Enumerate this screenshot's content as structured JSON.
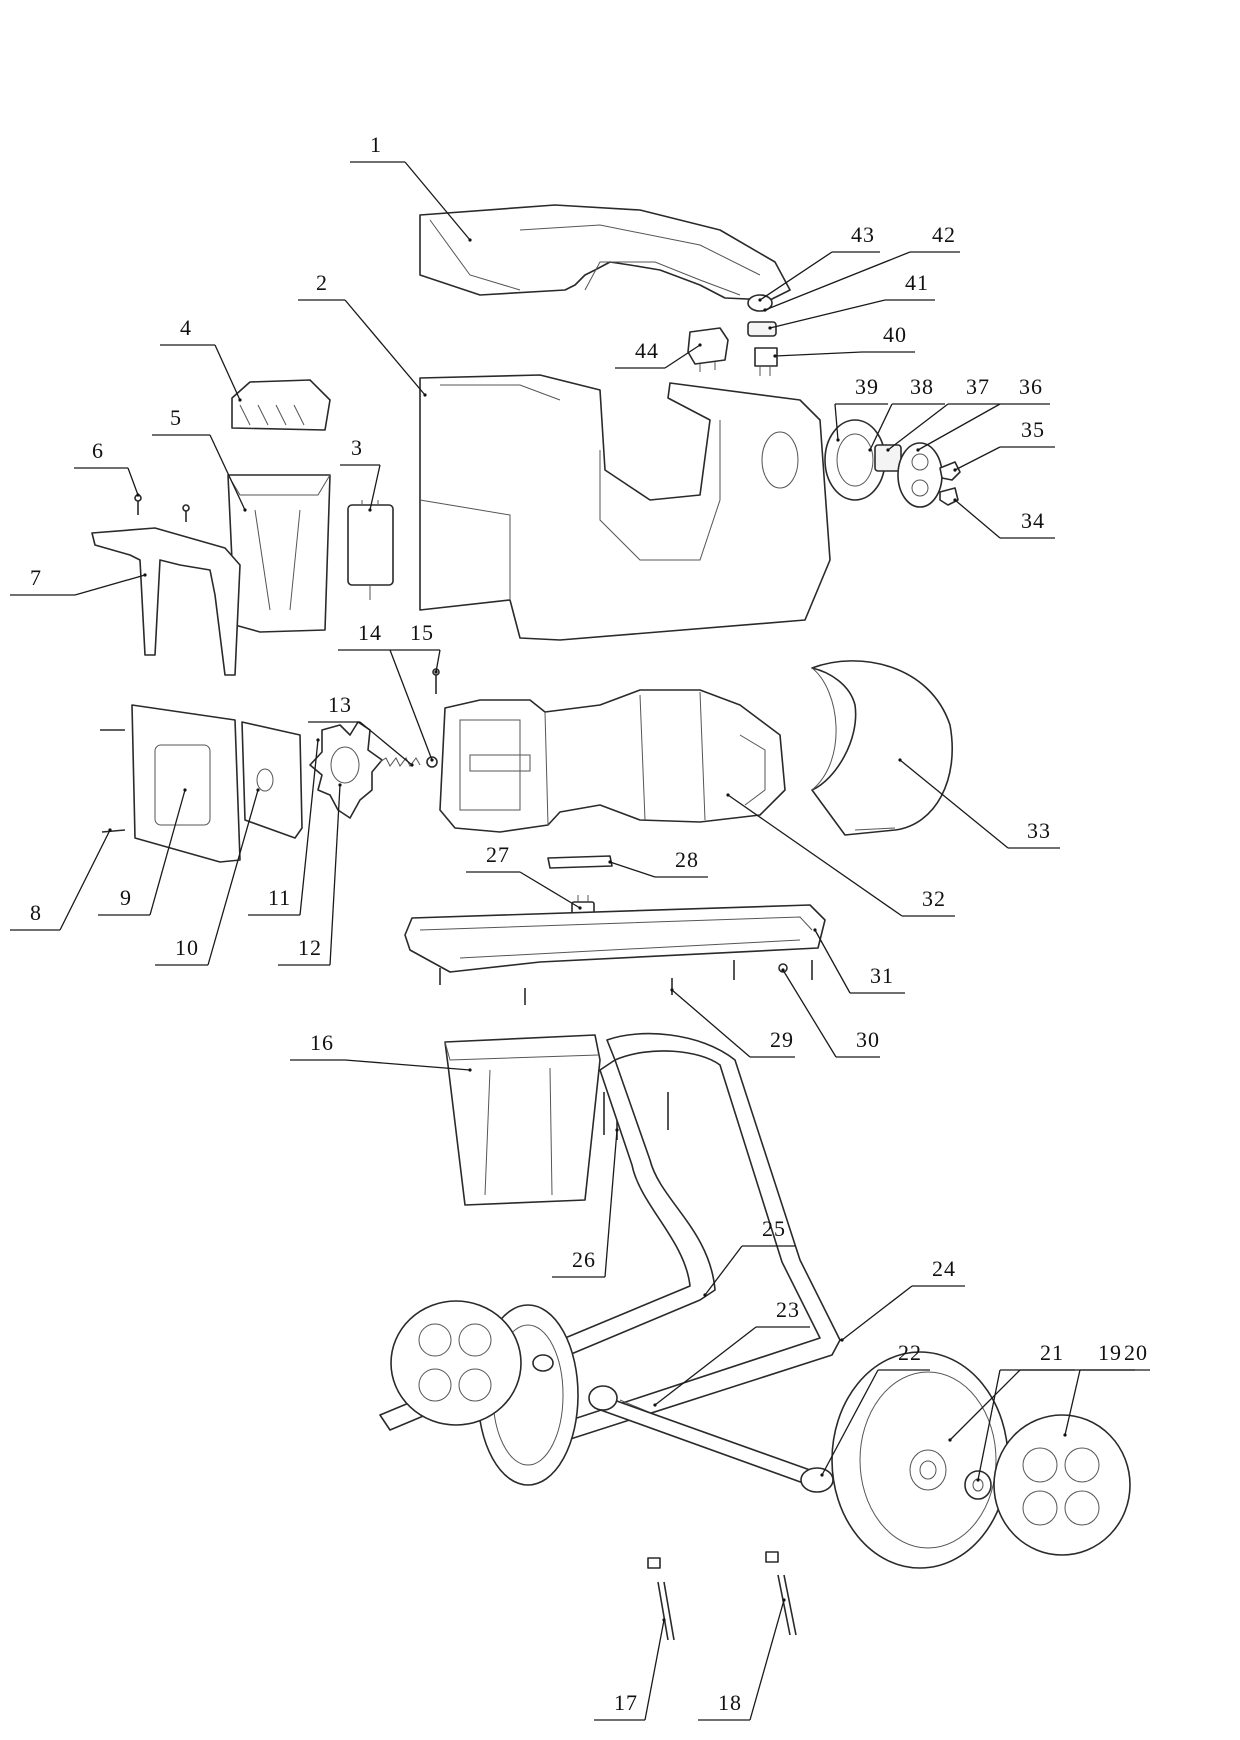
{
  "diagram": {
    "callouts": [
      {
        "id": "1"
      },
      {
        "id": "2"
      },
      {
        "id": "3"
      },
      {
        "id": "4"
      },
      {
        "id": "5"
      },
      {
        "id": "6"
      },
      {
        "id": "7"
      },
      {
        "id": "8"
      },
      {
        "id": "9"
      },
      {
        "id": "10"
      },
      {
        "id": "11"
      },
      {
        "id": "12"
      },
      {
        "id": "13"
      },
      {
        "id": "14"
      },
      {
        "id": "15"
      },
      {
        "id": "16"
      },
      {
        "id": "17"
      },
      {
        "id": "18"
      },
      {
        "id": "19"
      },
      {
        "id": "20"
      },
      {
        "id": "21"
      },
      {
        "id": "22"
      },
      {
        "id": "23"
      },
      {
        "id": "24"
      },
      {
        "id": "25"
      },
      {
        "id": "26"
      },
      {
        "id": "27"
      },
      {
        "id": "28"
      },
      {
        "id": "29"
      },
      {
        "id": "30"
      },
      {
        "id": "31"
      },
      {
        "id": "32"
      },
      {
        "id": "33"
      },
      {
        "id": "34"
      },
      {
        "id": "35"
      },
      {
        "id": "36"
      },
      {
        "id": "37"
      },
      {
        "id": "38"
      },
      {
        "id": "39"
      },
      {
        "id": "40"
      },
      {
        "id": "41"
      },
      {
        "id": "42"
      },
      {
        "id": "43"
      },
      {
        "id": "44"
      }
    ]
  }
}
